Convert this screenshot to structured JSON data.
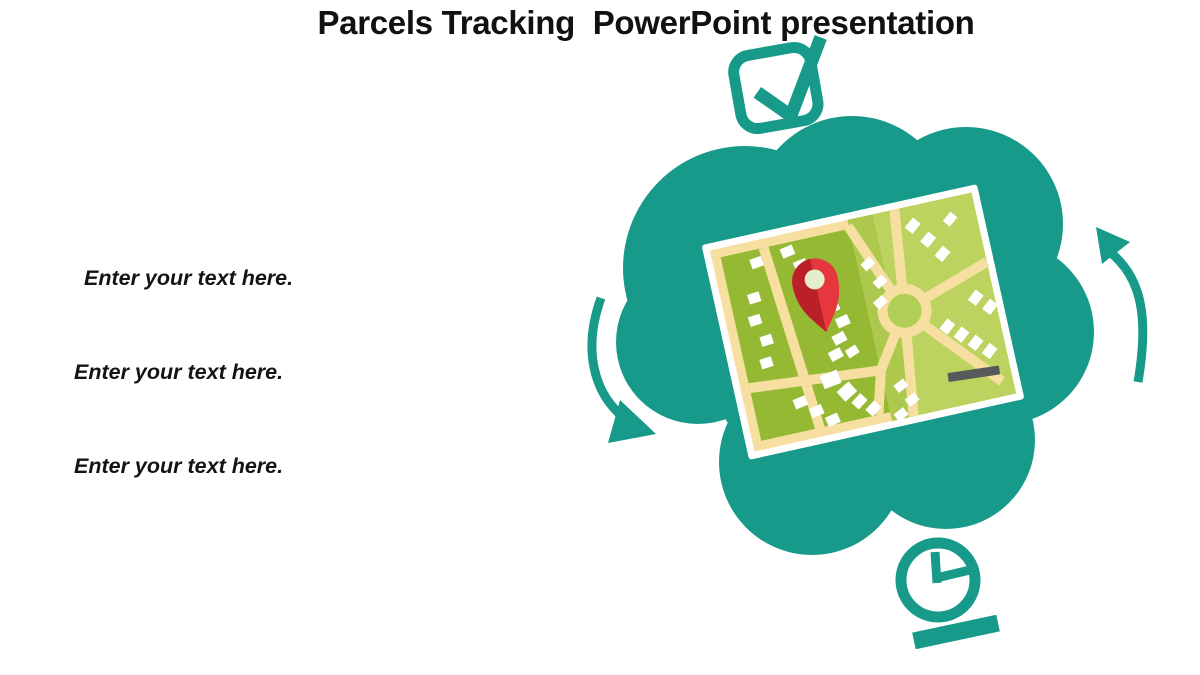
{
  "slide": {
    "title": "Parcels Tracking  PowerPoint presentation"
  },
  "text_items": [
    {
      "label": "Enter your text here."
    },
    {
      "label": "Enter your text here."
    },
    {
      "label": "Enter your text here."
    }
  ],
  "colors": {
    "teal": "#189A8A",
    "title_text": "#111111",
    "body_text": "#141414",
    "map_paper": "#FFFFFF",
    "map_cream": "#F7DFA2",
    "map_green_left": "#95B933",
    "map_green_fold": "#ACC94E",
    "map_green_right": "#BCD45F",
    "roundabout_inner": "#B2CF55",
    "building_white": "#FFFFFF",
    "pin_red": "#E6373F",
    "pin_red_dark": "#BB1F27",
    "pin_hole": "#E4EECB",
    "scale_bar": "#58595B"
  },
  "icons": {
    "checkbox": "checkbox-check-icon",
    "clock": "clock-icon",
    "arrow_left": "curved-arrow-left-icon",
    "arrow_right": "curved-arrow-right-icon",
    "pin": "location-pin-icon",
    "cloud": "cloud-shape",
    "map": "map-illustration"
  }
}
